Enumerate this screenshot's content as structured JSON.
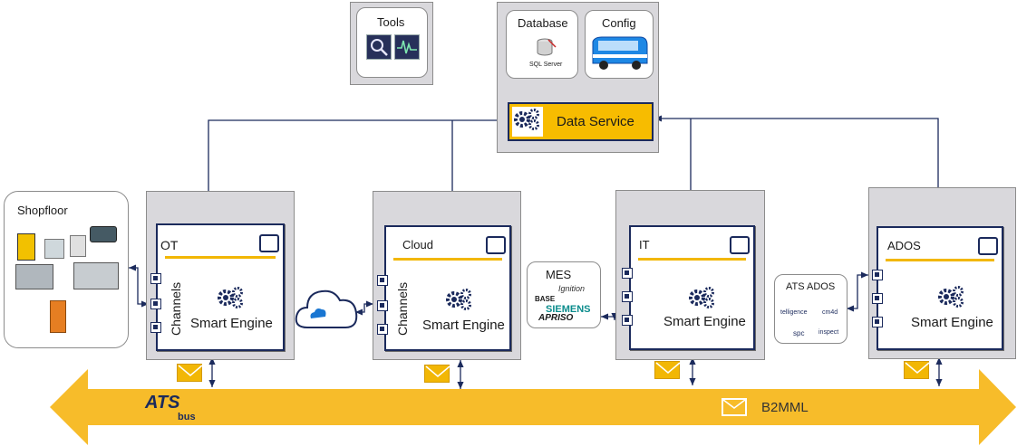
{
  "tools": {
    "title": "Tools"
  },
  "database": {
    "title": "Database",
    "logo": "SQL Server"
  },
  "config": {
    "title": "Config"
  },
  "data_service": {
    "label": "Data Service"
  },
  "shopfloor": {
    "title": "Shopfloor"
  },
  "engines": [
    {
      "title": "OT",
      "channels": "Channels",
      "engine": "Smart Engine"
    },
    {
      "title": "Cloud",
      "channels": "Channels",
      "engine": "Smart Engine"
    },
    {
      "title": "IT",
      "engine": "Smart Engine"
    },
    {
      "title": "ADOS",
      "engine": "Smart Engine"
    }
  ],
  "mes": {
    "title": "MES",
    "logos": [
      "Ignition",
      "BASE",
      "SIEMENS",
      "APRISO"
    ]
  },
  "ats_ados": {
    "title": "ATS ADOS",
    "logos": [
      "telligence",
      "cm4d",
      "spc",
      "inspect"
    ]
  },
  "bus": {
    "brand": "ATS",
    "sub": "bus",
    "label": "B2MML"
  },
  "colors": {
    "accent": "#f2b705",
    "navy": "#1b2a5c",
    "panel": "#d9d8dc"
  }
}
